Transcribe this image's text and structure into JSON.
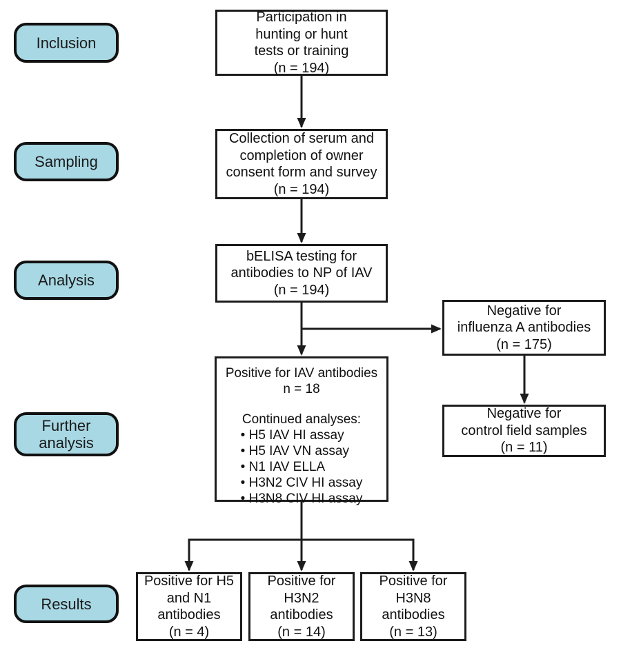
{
  "stages": [
    {
      "label": "Inclusion"
    },
    {
      "label": "Sampling"
    },
    {
      "label": "Analysis"
    },
    {
      "label": "Further\nanalysis"
    },
    {
      "label": "Results"
    }
  ],
  "flow": {
    "participation": "Participation in\nhunting or hunt\ntests or training\n(n = 194)",
    "collection": "Collection of serum and\ncompletion of owner\nconsent form and survey\n(n = 194)",
    "belisa": "bELISA testing for\nantibodies to NP of IAV\n(n = 194)",
    "negative_iav": "Negative for\ninfluenza A antibodies\n(n = 175)",
    "negative_control": "Negative for\ncontrol field samples\n(n = 11)",
    "positive_iav": {
      "title": "Positive for IAV antibodies\nn = 18",
      "subtitle": "Continued analyses:",
      "bullets": [
        "• H5 IAV HI assay",
        "• H5 IAV VN assay",
        "• N1 IAV ELLA",
        "• H3N2 CIV HI assay",
        "• H3N8 CIV HI assay"
      ]
    },
    "result_h5n1": "Positive for H5\nand N1\nantibodies\n(n = 4)",
    "result_h3n2": "Positive for\nH3N2\nantibodies\n(n = 14)",
    "result_h3n8": "Positive for\nH3N8\nantibodies\n(n = 13)"
  },
  "colors": {
    "stage_fill": "#a8d8e4",
    "line": "#1c1c1c",
    "background": "#ffffff"
  }
}
